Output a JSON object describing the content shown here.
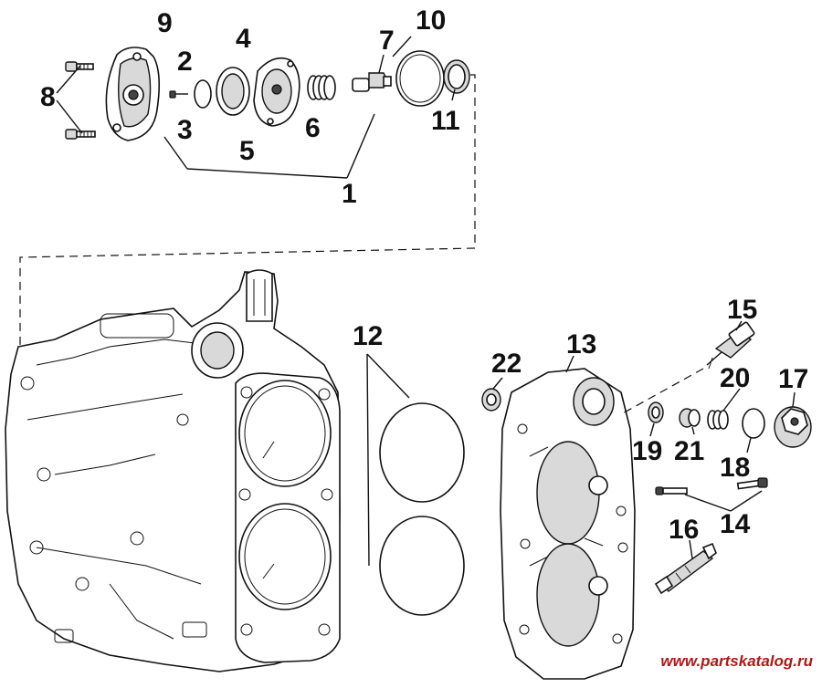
{
  "callouts": {
    "c1": "1",
    "c2": "2",
    "c3": "3",
    "c4": "4",
    "c5": "5",
    "c6": "6",
    "c7": "7",
    "c8": "8",
    "c9": "9",
    "c10": "10",
    "c11": "11",
    "c12": "12",
    "c13": "13",
    "c14": "14",
    "c15": "15",
    "c16": "16",
    "c17": "17",
    "c18": "18",
    "c19": "19",
    "c20": "20",
    "c21": "21",
    "c22": "22"
  },
  "watermark": "www.partskatalog.ru",
  "colors": {
    "ink": "#111111",
    "watermark": "#b01818",
    "background": "#ffffff"
  }
}
